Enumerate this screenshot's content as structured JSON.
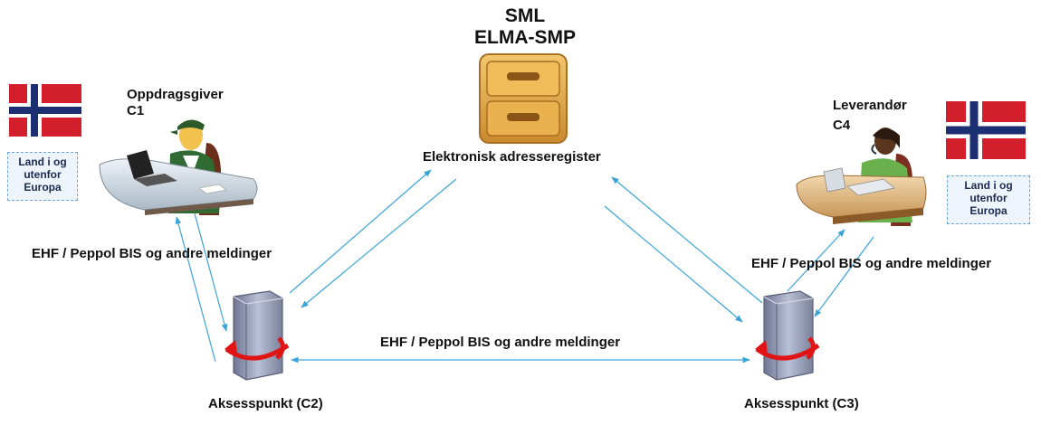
{
  "registry": {
    "title_line1": "SML",
    "title_line2": "ELMA-SMP",
    "label": "Elektronisk adresseregister"
  },
  "client": {
    "name": "Oppdragsgiver",
    "code": "C1",
    "region_lines": [
      "Land i og",
      "utenfor",
      "Europa"
    ]
  },
  "supplier": {
    "name": "Leverandør",
    "code": "C4",
    "region_lines": [
      "Land i og",
      "utenfor",
      "Europa"
    ]
  },
  "access_point_left": {
    "label": "Aksesspunkt (C2)"
  },
  "access_point_right": {
    "label": "Aksesspunkt (C3)"
  },
  "messages": {
    "left": "EHF / Peppol BIS og andre meldinger",
    "right": "EHF / Peppol BIS og andre meldinger",
    "center": "EHF / Peppol BIS og andre meldinger"
  },
  "colors": {
    "arrow": "#3aa4d8",
    "flag_red": "#d21f2b",
    "flag_blue": "#1d2f73",
    "server_body": "#9aa0b8",
    "server_arrow": "#e01414",
    "cabinet": "#e6a94a"
  },
  "icons": [
    "norway-flag-icon",
    "person-at-desk-icon",
    "file-cabinet-icon",
    "server-icon"
  ]
}
